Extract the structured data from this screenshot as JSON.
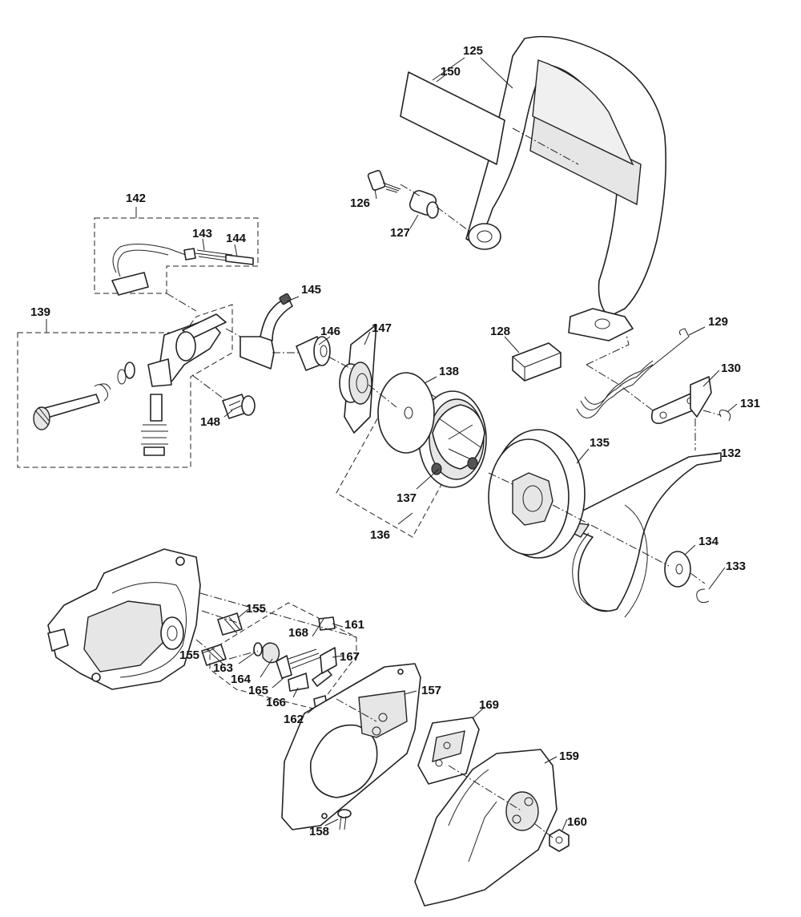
{
  "callouts": [
    {
      "id": "c125",
      "text": "125"
    },
    {
      "id": "c126",
      "text": "126"
    },
    {
      "id": "c127",
      "text": "127"
    },
    {
      "id": "c128",
      "text": "128"
    },
    {
      "id": "c129",
      "text": "129"
    },
    {
      "id": "c130",
      "text": "130"
    },
    {
      "id": "c131",
      "text": "131"
    },
    {
      "id": "c132",
      "text": "132"
    },
    {
      "id": "c133",
      "text": "133"
    },
    {
      "id": "c134",
      "text": "134"
    },
    {
      "id": "c135",
      "text": "135"
    },
    {
      "id": "c136",
      "text": "136"
    },
    {
      "id": "c137",
      "text": "137"
    },
    {
      "id": "c138",
      "text": "138"
    },
    {
      "id": "c139",
      "text": "139"
    },
    {
      "id": "c142",
      "text": "142"
    },
    {
      "id": "c143",
      "text": "143"
    },
    {
      "id": "c144",
      "text": "144"
    },
    {
      "id": "c145",
      "text": "145"
    },
    {
      "id": "c146",
      "text": "146"
    },
    {
      "id": "c147",
      "text": "147"
    },
    {
      "id": "c148",
      "text": "148"
    },
    {
      "id": "c150",
      "text": "150"
    },
    {
      "id": "c155a",
      "text": "155"
    },
    {
      "id": "c155b",
      "text": "155"
    },
    {
      "id": "c157",
      "text": "157"
    },
    {
      "id": "c158",
      "text": "158"
    },
    {
      "id": "c159",
      "text": "159"
    },
    {
      "id": "c160",
      "text": "160"
    },
    {
      "id": "c161",
      "text": "161"
    },
    {
      "id": "c162",
      "text": "162"
    },
    {
      "id": "c163",
      "text": "163"
    },
    {
      "id": "c164",
      "text": "164"
    },
    {
      "id": "c165",
      "text": "165"
    },
    {
      "id": "c166",
      "text": "166"
    },
    {
      "id": "c167",
      "text": "167"
    },
    {
      "id": "c168",
      "text": "168"
    },
    {
      "id": "c169",
      "text": "169"
    }
  ]
}
